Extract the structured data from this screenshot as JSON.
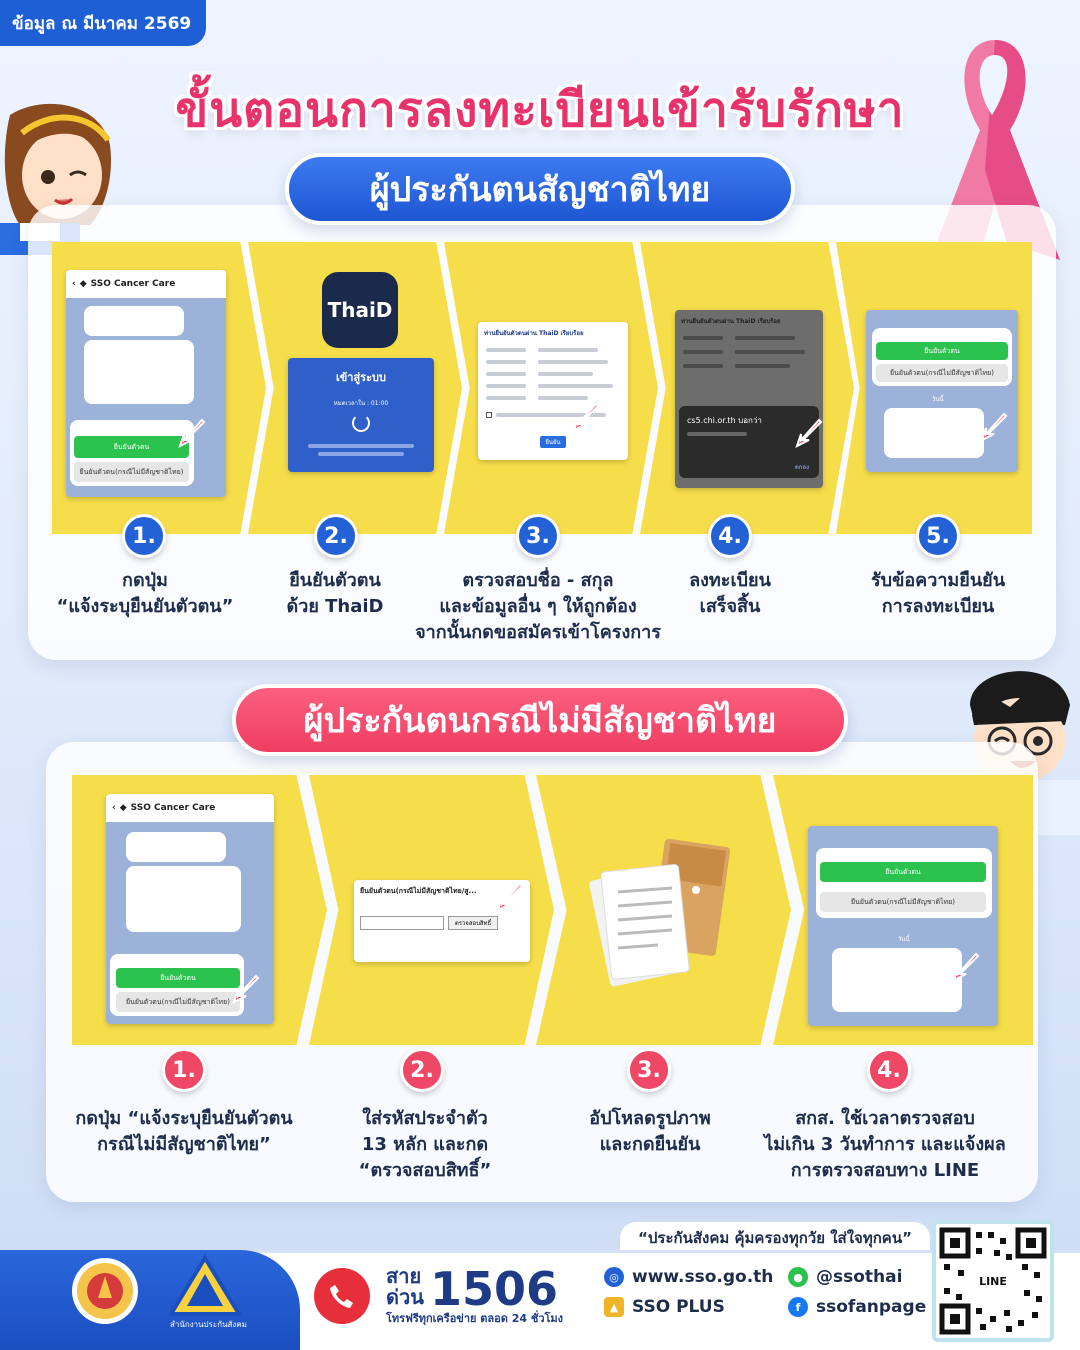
{
  "date_tag": "ข้อมูล ณ มีนาคม 2569",
  "title": "ขั้นตอนการลงทะเบียนเข้ารับรักษา",
  "section1": {
    "heading": "ผู้ประกันตนสัญชาติไทย",
    "steps": [
      {
        "num": "1.",
        "caption": "กดปุ่ม\n“แจ้งระบุยืนยันตัวตน”"
      },
      {
        "num": "2.",
        "caption": "ยืนยันตัวตน\nด้วย ThaiD"
      },
      {
        "num": "3.",
        "caption": "ตรวจสอบชื่อ - สกุล\nและข้อมูลอื่น ๆ ให้ถูกต้อง\nจากนั้นกดขอสมัครเข้าโครงการ"
      },
      {
        "num": "4.",
        "caption": "ลงทะเบียน\nเสร็จสิ้น"
      },
      {
        "num": "5.",
        "caption": "รับข้อความยืนยัน\nการลงทะเบียน"
      }
    ],
    "screens": {
      "chat_title": "SSO Cancer Care",
      "verify_btn": "ยืนยันตัวตน",
      "verify_btn_foreign": "ยืนยันตัวตน(กรณีไม่มีสัญชาติไทย)",
      "thaid_logo": "ThaiD",
      "thaid_login": "เข้าสู่ระบบ",
      "thaid_timer": "หมดเวลาใน : 01:00",
      "form_title": "ท่านยืนยันตัวตนผ่าน ThaiD เรียบร้อย",
      "form_submit": "ยืนยัน",
      "dialog_title": "cs5.chi.or.th บอกว่า",
      "dialog_ok": "ตกลง",
      "day_label": "วันนี้"
    }
  },
  "section2": {
    "heading": "ผู้ประกันตนกรณีไม่มีสัญชาติไทย",
    "steps": [
      {
        "num": "1.",
        "caption": "กดปุ่ม “แจ้งระบุยืนยันตัวตน\nกรณีไม่มีสัญชาติไทย”"
      },
      {
        "num": "2.",
        "caption": "ใส่รหัสประจำตัว\n13 หลัก และกด\n“ตรวจสอบสิทธิ์”"
      },
      {
        "num": "3.",
        "caption": "อัปโหลดรูปภาพ\nและกดยืนยัน"
      },
      {
        "num": "4.",
        "caption": "สกส. ใช้เวลาตรวจสอบ\nไม่เกิน 3 วันทำการ และแจ้งผล\nการตรวจสอบทาง LINE"
      }
    ],
    "screens": {
      "id_title": "ยืนยันตัวตน(กรณีไม่มีสัญชาติไทย/สู...",
      "check_btn": "ตรวจสอบสิทธิ์"
    }
  },
  "footer": {
    "slogan": "“ประกันสังคม คุ้มครองทุกวัย ใส่ใจทุกคน”",
    "hotline_word1": "สาย",
    "hotline_word2": "ด่วน",
    "hotline_number": "1506",
    "hotline_sub": "โทรฟรีทุกเครือข่าย ตลอด 24 ชั่วโมง",
    "website": "www.sso.go.th",
    "app": "SSO PLUS",
    "line": "@ssothai",
    "facebook": "ssofanpage",
    "sso_label": "สำนักงานประกันสังคม",
    "qr_label": "LINE"
  },
  "colors": {
    "brand_blue": "#2262d6",
    "brand_pink": "#ef4766",
    "step_yellow": "#f6de4b",
    "line_green": "#2cc24e"
  }
}
